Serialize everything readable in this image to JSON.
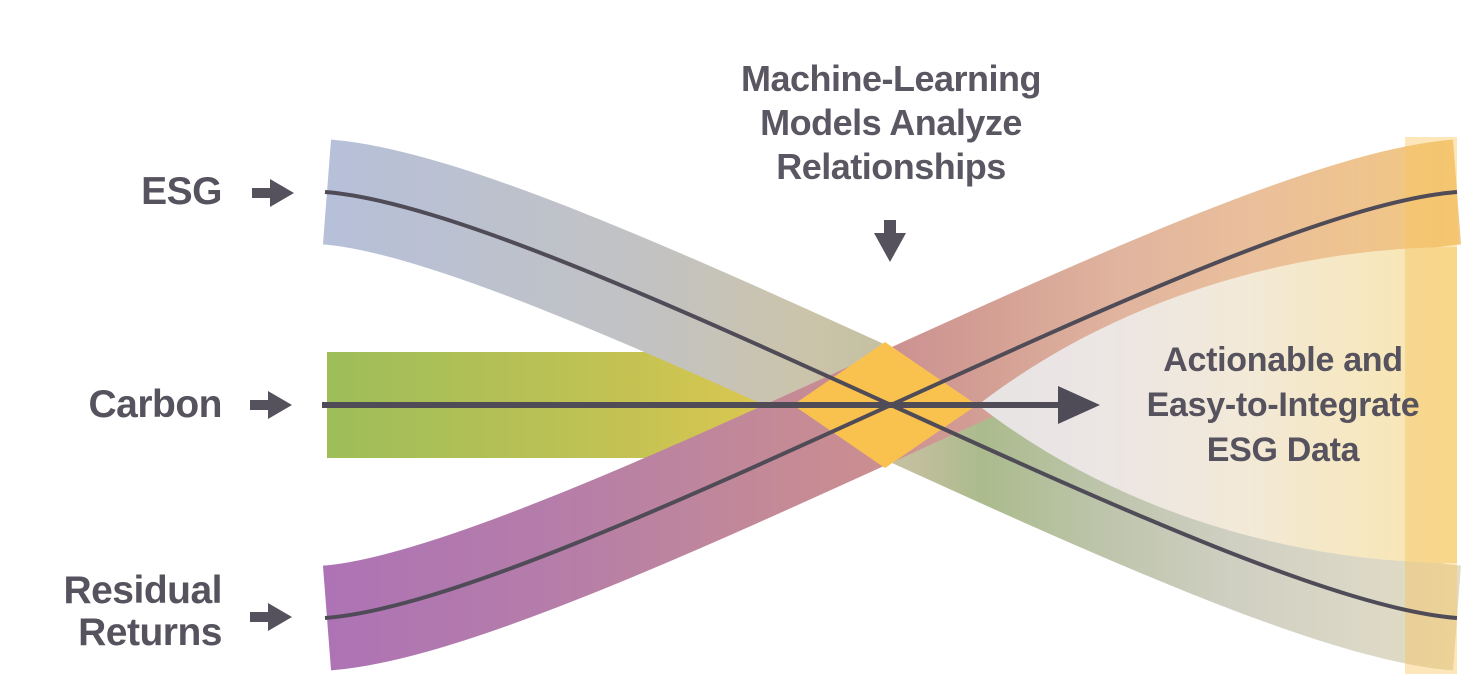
{
  "diagram": {
    "title_hint": "Three data inputs converge through machine-learning models into one output",
    "inputs": [
      {
        "id": "esg",
        "lines": [
          "ESG"
        ],
        "ribbon_color_start": "#b6c0d9",
        "ribbon_color_end": "#ded9c6"
      },
      {
        "id": "carbon",
        "lines": [
          "Carbon"
        ],
        "ribbon_color_start": "#9dbe59",
        "ribbon_color_end": "#f2c34e"
      },
      {
        "id": "residual-returns",
        "lines": [
          "Residual",
          "Returns"
        ],
        "ribbon_color_start": "#ad73b5",
        "ribbon_color_end": "#f3c87e"
      }
    ],
    "process": {
      "lines": [
        "Machine-Learning",
        "Models Analyze",
        "Relationships"
      ]
    },
    "output": {
      "lines": [
        "Actionable and",
        "Easy-to-Integrate",
        "ESG Data"
      ]
    },
    "colors": {
      "convergence_diamond": "#f9c24f",
      "output_glow_left": "#e7e3e4",
      "output_glow_right": "#f8e5ad",
      "output_band": "#f7c45a",
      "flow_line": "#4f4b57",
      "arrow": "#55515d",
      "text": "#56525e"
    }
  }
}
